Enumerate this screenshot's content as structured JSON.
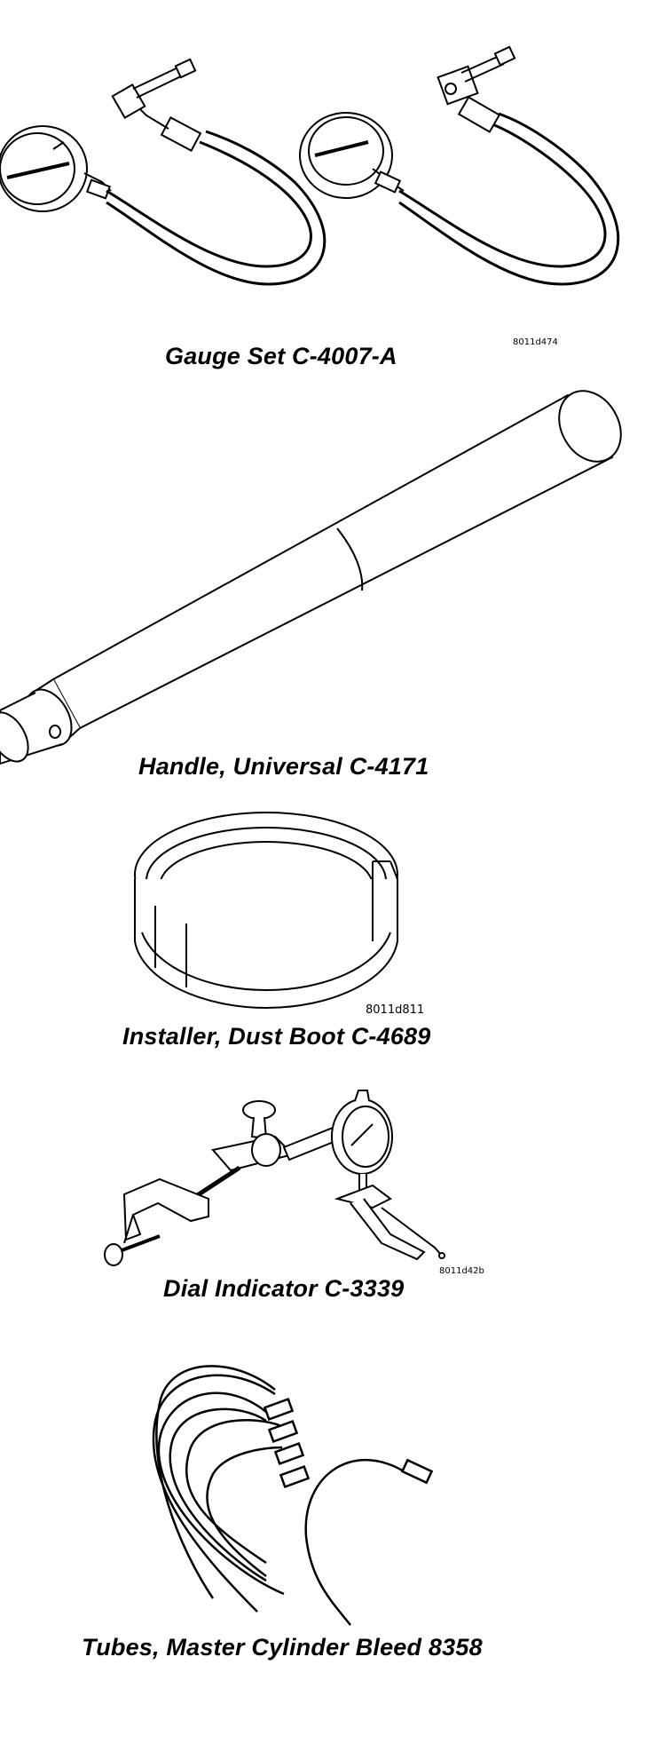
{
  "figures": [
    {
      "caption": "Gauge Set C-4007-A",
      "ref": "8011d474"
    },
    {
      "caption": "Handle, Universal C-4171",
      "ref": ""
    },
    {
      "caption": "Installer, Dust Boot C-4689",
      "ref": "8011d811"
    },
    {
      "caption": "Dial Indicator C-3339",
      "ref": "8011d42b"
    },
    {
      "caption": "Tubes, Master Cylinder Bleed 8358",
      "ref": ""
    }
  ]
}
